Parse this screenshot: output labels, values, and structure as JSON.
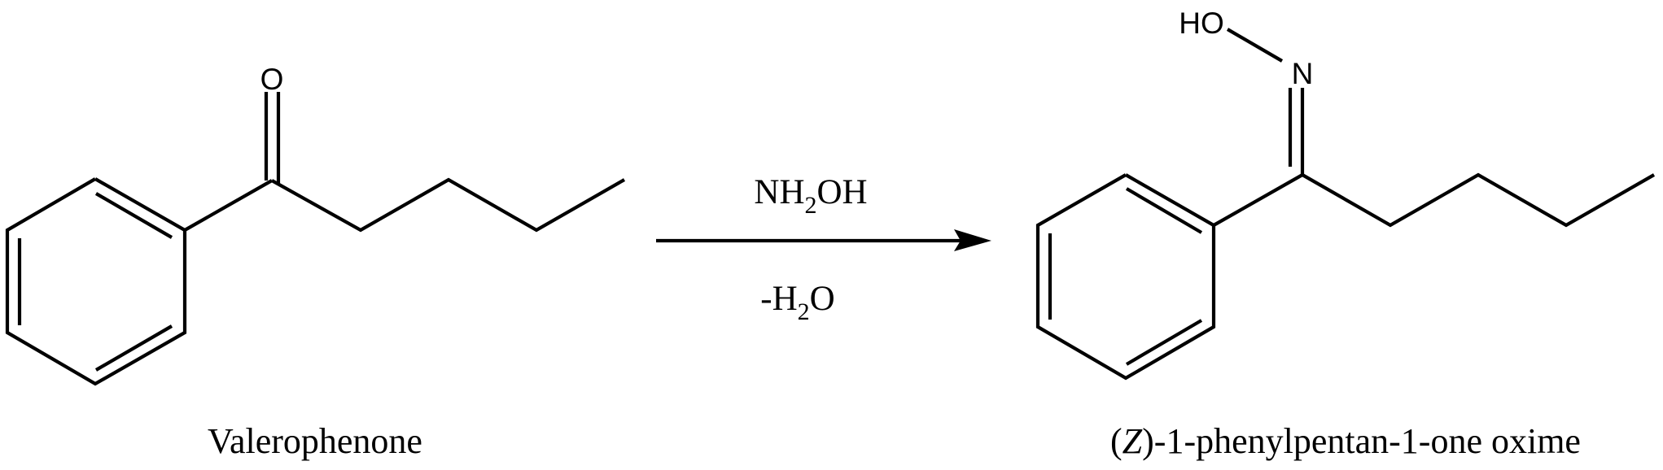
{
  "diagram": {
    "type": "chemical-reaction-scheme",
    "reactant": {
      "name": "Valerophenone",
      "atom_labels": {
        "carbonyl_oxygen": "O"
      },
      "structure": "phenyl ketone with n-butyl chain (C6H5-CO-CH2CH2CH2CH3)"
    },
    "conditions": {
      "above_arrow": {
        "main1": "NH",
        "sub": "2",
        "main2": "OH"
      },
      "below_arrow": {
        "main1": "-H",
        "sub": "2",
        "main2": "O"
      }
    },
    "product": {
      "name_prefix_open": "(",
      "name_stereo": "Z",
      "name_rest": ")-1-phenylpentan-1-one oxime",
      "atom_labels": {
        "hydroxyl": "HO",
        "nitrogen": "N"
      },
      "structure": "oxime C6H5-C(=N-OH)-CH2CH2CH2CH3"
    },
    "colors": {
      "ink": "#000000",
      "background": "#ffffff"
    }
  }
}
